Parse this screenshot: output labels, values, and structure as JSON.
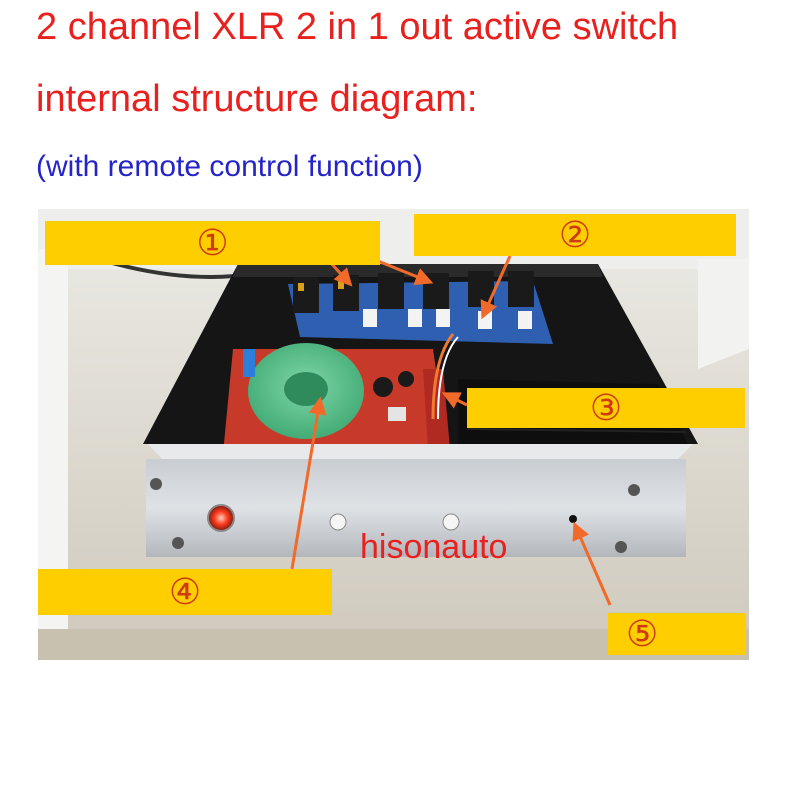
{
  "title": {
    "line1": "2 channel XLR 2 in 1 out active switch",
    "line2": "internal structure diagram:",
    "line3": "(with remote control function)"
  },
  "watermark": "hisonauto",
  "callouts": [
    {
      "id": "1",
      "label": "①"
    },
    {
      "id": "2",
      "label": "②"
    },
    {
      "id": "3",
      "label": "③"
    },
    {
      "id": "4",
      "label": "④"
    },
    {
      "id": "5",
      "label": "⑤"
    }
  ],
  "colors": {
    "title_red": "#e8201e",
    "subtitle_blue": "#2424c8",
    "label_yellow": "#fece00",
    "arrow_orange": "#f26a2a"
  }
}
